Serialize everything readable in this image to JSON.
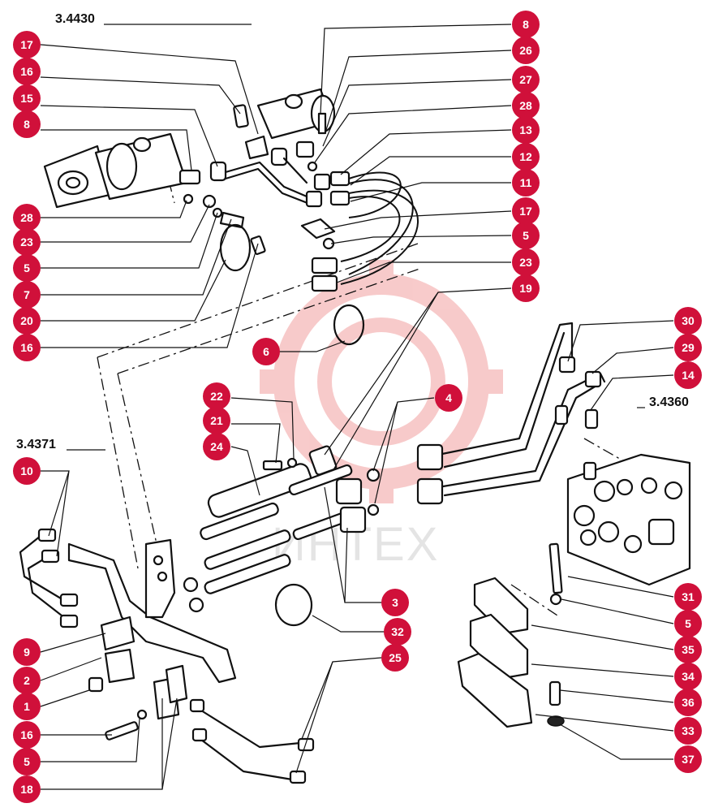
{
  "watermark": {
    "text": "ИНТЕХ",
    "color": "#f2a0a0"
  },
  "colors": {
    "badge": "#d0103a",
    "line": "#111111"
  },
  "assembly_refs": [
    "3.4430",
    "3.4371",
    "3.4360"
  ],
  "callouts": {
    "left": [
      "17",
      "16",
      "15",
      "8",
      "28",
      "23",
      "5",
      "7",
      "20",
      "16",
      "10",
      "9",
      "2",
      "1",
      "16",
      "5",
      "18"
    ],
    "right": [
      "8",
      "26",
      "27",
      "28",
      "13",
      "12",
      "11",
      "17",
      "5",
      "23",
      "19",
      "30",
      "29",
      "14",
      "31",
      "5",
      "35",
      "34",
      "36",
      "33",
      "37"
    ],
    "center": [
      "6",
      "22",
      "21",
      "24",
      "4",
      "3",
      "32",
      "25"
    ]
  }
}
